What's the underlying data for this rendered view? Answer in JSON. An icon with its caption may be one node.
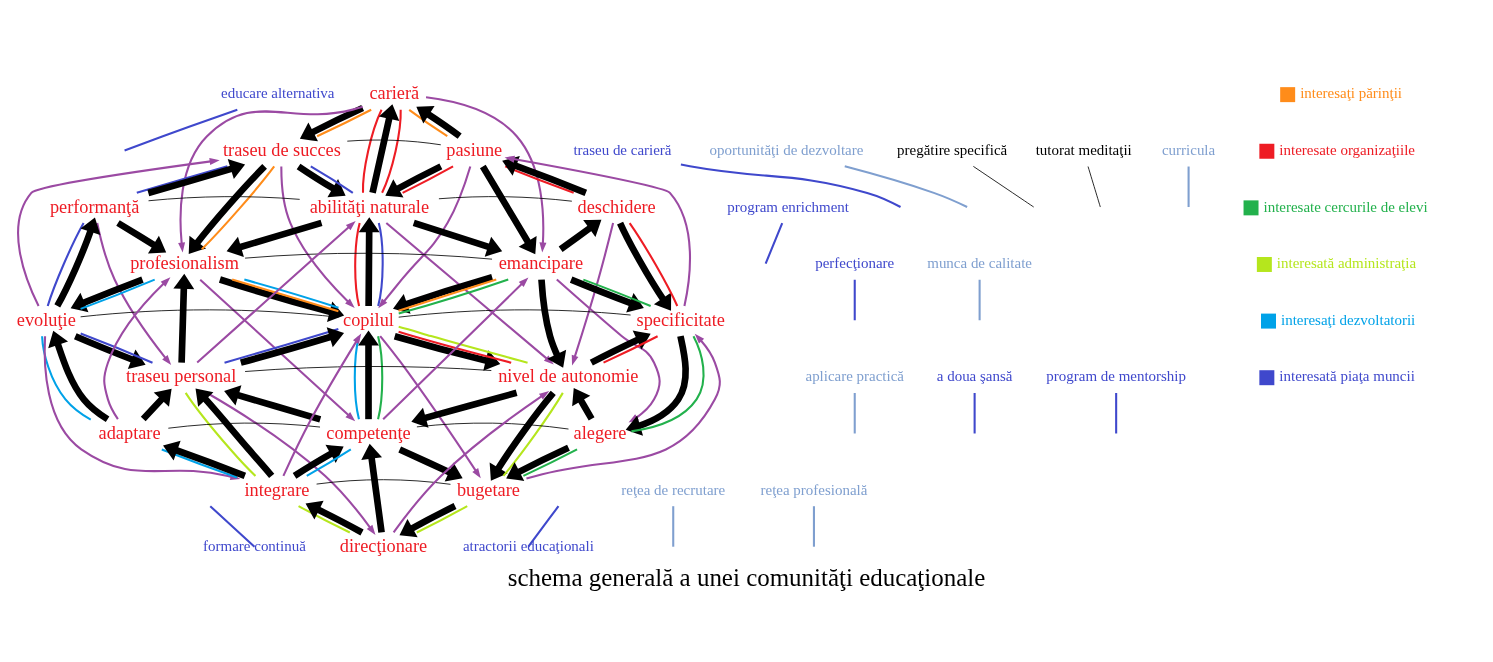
{
  "diagram": {
    "title": "schema generală a unei comunităţi educaţionale",
    "nodes": [
      {
        "text": [
          "carieră"
        ]
      },
      {
        "text": [
          "pregătire specifică"
        ]
      },
      {
        "text": [
          "tutorat meditaţii"
        ]
      },
      {
        "text": [
          "traseu de succes"
        ]
      },
      {
        "text": [
          "pasiune"
        ]
      },
      {
        "text": [
          "performanţă"
        ]
      },
      {
        "text": [
          "abilităţi naturale"
        ]
      },
      {
        "text": [
          "deschidere"
        ]
      },
      {
        "text": [
          "profesionalism"
        ]
      },
      {
        "text": [
          "emancipare"
        ]
      },
      {
        "text": [
          "evoluţie"
        ]
      },
      {
        "text": [
          "copilul"
        ]
      },
      {
        "text": [
          "specificitate"
        ]
      },
      {
        "text": [
          "traseu personal"
        ]
      },
      {
        "text": [
          "nivel de autonomie"
        ]
      },
      {
        "text": [
          "adaptare"
        ]
      },
      {
        "text": [
          "competenţe"
        ]
      },
      {
        "text": [
          "alegere"
        ]
      },
      {
        "text": [
          "integrare"
        ]
      },
      {
        "text": [
          "bugetare"
        ]
      },
      {
        "text": [
          "direcţionare"
        ]
      },
      {
        "text": [
          "traseu de carieră"
        ]
      },
      {
        "text": [
          "oportunităţi de dezvoltare"
        ]
      },
      {
        "text": [
          "educare alternativa"
        ]
      },
      {
        "text": [
          "curricula"
        ]
      },
      {
        "text": [
          "program enrichment"
        ]
      },
      {
        "text": [
          "munca de calitate"
        ]
      },
      {
        "text": [
          "perfecţionare"
        ]
      },
      {
        "text": [
          "aplicare practică"
        ]
      },
      {
        "text": [
          "a doua şansă"
        ]
      },
      {
        "text": [
          "program de mentorship"
        ]
      },
      {
        "text": [
          "reţea de recrutare"
        ]
      },
      {
        "text": [
          "formare continuă"
        ]
      },
      {
        "text": [
          "reţea profesională"
        ]
      },
      {
        "text": [
          "atractorii educaţionali"
        ]
      }
    ],
    "edges": [
      {
        "from": 6,
        "to": 0,
        "arrow": "to",
        "style": "thick"
      },
      {
        "from": 0,
        "to": 3,
        "arrow": "to",
        "style": "thick"
      },
      {
        "from": 4,
        "to": 0,
        "arrow": "to",
        "style": "thick"
      },
      {
        "from": 3,
        "to": 8,
        "arrow": "to",
        "style": "thick"
      },
      {
        "from": 4,
        "to": 9,
        "arrow": "to",
        "style": "thick"
      },
      {
        "from": 3,
        "to": 6,
        "arrow": "to",
        "style": "thick"
      },
      {
        "from": 4,
        "to": 6,
        "arrow": "to",
        "style": "thick"
      },
      {
        "from": 7,
        "to": 4,
        "arrow": "to",
        "style": "thick"
      },
      {
        "from": 5,
        "to": 3,
        "arrow": "to",
        "style": "thick"
      },
      {
        "from": 10,
        "to": 5,
        "arrow": "to",
        "style": "thick"
      },
      {
        "from": 7,
        "to": 12,
        "arrow": "to",
        "style": "thick"
      },
      {
        "from": 5,
        "to": 8,
        "arrow": "to",
        "style": "thick"
      },
      {
        "from": 6,
        "to": 8,
        "arrow": "to",
        "style": "thick"
      },
      {
        "from": 6,
        "to": 9,
        "arrow": "to",
        "style": "thick"
      },
      {
        "from": 9,
        "to": 7,
        "arrow": "to",
        "style": "thick"
      },
      {
        "from": 11,
        "to": 6,
        "arrow": "to",
        "style": "thick"
      },
      {
        "from": 8,
        "to": 10,
        "arrow": "to",
        "style": "thick"
      },
      {
        "from": 8,
        "to": 11,
        "arrow": "to",
        "style": "thick"
      },
      {
        "from": 9,
        "to": 11,
        "arrow": "to",
        "style": "thick"
      },
      {
        "from": 9,
        "to": 12,
        "arrow": "to",
        "style": "thick"
      },
      {
        "from": 13,
        "to": 8,
        "arrow": "to",
        "style": "thick"
      },
      {
        "from": 9,
        "to": 14,
        "arrow": "to",
        "style": "thick"
      },
      {
        "from": 10,
        "to": 13,
        "arrow": "to",
        "style": "thick"
      },
      {
        "from": 13,
        "to": 11,
        "arrow": "to",
        "style": "thick"
      },
      {
        "from": 11,
        "to": 14,
        "arrow": "to",
        "style": "thick"
      },
      {
        "from": 14,
        "to": 12,
        "arrow": "to",
        "style": "thick"
      },
      {
        "from": 15,
        "to": 10,
        "arrow": "to",
        "style": "thick"
      },
      {
        "from": 16,
        "to": 11,
        "arrow": "to",
        "style": "thick"
      },
      {
        "from": 12,
        "to": 17,
        "arrow": "to",
        "style": "thick"
      },
      {
        "from": 15,
        "to": 13,
        "arrow": "to",
        "style": "thick"
      },
      {
        "from": 16,
        "to": 13,
        "arrow": "to",
        "style": "thick"
      },
      {
        "from": 14,
        "to": 16,
        "arrow": "to",
        "style": "thick"
      },
      {
        "from": 17,
        "to": 14,
        "arrow": "to",
        "style": "thick"
      },
      {
        "from": 18,
        "to": 13,
        "arrow": "to",
        "style": "thick"
      },
      {
        "from": 14,
        "to": 19,
        "arrow": "to",
        "style": "thick"
      },
      {
        "from": 18,
        "to": 15,
        "arrow": "to",
        "style": "thick"
      },
      {
        "from": 18,
        "to": 16,
        "arrow": "to",
        "style": "thick"
      },
      {
        "from": 16,
        "to": 19,
        "arrow": "to",
        "style": "thick"
      },
      {
        "from": 17,
        "to": 19,
        "arrow": "to",
        "style": "thick"
      },
      {
        "from": 20,
        "to": 16,
        "arrow": "to",
        "style": "thick"
      },
      {
        "from": 20,
        "to": 18,
        "arrow": "to",
        "style": "thick"
      },
      {
        "from": 19,
        "to": 20,
        "arrow": "to",
        "style": "thick"
      },
      {
        "from": 0,
        "to": 3,
        "arrow": "none",
        "color": "#ff8c1a"
      },
      {
        "from": 0,
        "to": 4,
        "arrow": "none",
        "color": "#ff8c1a"
      },
      {
        "from": 3,
        "to": 8,
        "arrow": "none",
        "color": "#ff8c1a"
      },
      {
        "from": 8,
        "to": 11,
        "arrow": "none",
        "color": "#ff8c1a"
      },
      {
        "from": 9,
        "to": 11,
        "arrow": "none",
        "color": "#ff8c1a"
      },
      {
        "from": 0,
        "to": 6,
        "arrow": "none",
        "color": "#ee1c24"
      },
      {
        "from": 0,
        "to": 6,
        "arrow": "none",
        "color": "#ee1c24"
      },
      {
        "from": 4,
        "to": 6,
        "arrow": "none",
        "color": "#ee1c24"
      },
      {
        "from": 4,
        "to": 7,
        "arrow": "none",
        "color": "#ee1c24"
      },
      {
        "from": 7,
        "to": 12,
        "arrow": "none",
        "color": "#ee1c24"
      },
      {
        "from": 6,
        "to": 11,
        "arrow": "none",
        "color": "#ee1c24"
      },
      {
        "from": 11,
        "to": 14,
        "arrow": "none",
        "color": "#ee1c24"
      },
      {
        "from": 14,
        "to": 12,
        "arrow": "none",
        "color": "#ee1c24"
      },
      {
        "from": 3,
        "to": 6,
        "arrow": "none",
        "color": "#3f48cc"
      },
      {
        "from": 3,
        "to": 5,
        "arrow": "none",
        "color": "#3f48cc"
      },
      {
        "from": 5,
        "to": 10,
        "arrow": "none",
        "color": "#3f48cc"
      },
      {
        "from": 6,
        "to": 11,
        "arrow": "none",
        "color": "#3f48cc"
      },
      {
        "from": 10,
        "to": 13,
        "arrow": "none",
        "color": "#3f48cc"
      },
      {
        "from": 11,
        "to": 13,
        "arrow": "none",
        "color": "#3f48cc"
      },
      {
        "from": 8,
        "to": 10,
        "arrow": "none",
        "color": "#00a2e8"
      },
      {
        "from": 8,
        "to": 11,
        "arrow": "none",
        "color": "#00a2e8"
      },
      {
        "from": 10,
        "to": 15,
        "arrow": "none",
        "color": "#00a2e8"
      },
      {
        "from": 11,
        "to": 16,
        "arrow": "none",
        "color": "#00a2e8"
      },
      {
        "from": 15,
        "to": 18,
        "arrow": "none",
        "color": "#00a2e8"
      },
      {
        "from": 18,
        "to": 16,
        "arrow": "none",
        "color": "#00a2e8"
      },
      {
        "from": 9,
        "to": 11,
        "arrow": "none",
        "color": "#22b14c"
      },
      {
        "from": 9,
        "to": 12,
        "arrow": "none",
        "color": "#22b14c"
      },
      {
        "from": 11,
        "to": 16,
        "arrow": "none",
        "color": "#22b14c"
      },
      {
        "from": 12,
        "to": 17,
        "arrow": "none",
        "color": "#22b14c"
      },
      {
        "from": 19,
        "to": 17,
        "arrow": "none",
        "color": "#22b14c"
      },
      {
        "from": 11,
        "to": 14,
        "arrow": "none",
        "color": "#b5e61d"
      },
      {
        "from": 13,
        "to": 18,
        "arrow": "none",
        "color": "#b5e61d"
      },
      {
        "from": 14,
        "to": 19,
        "arrow": "none",
        "color": "#b5e61d"
      },
      {
        "from": 18,
        "to": 20,
        "arrow": "none",
        "color": "#b5e61d"
      },
      {
        "from": 19,
        "to": 20,
        "arrow": "none",
        "color": "#b5e61d"
      },
      {
        "from": 0,
        "to": 8,
        "arrow": "to",
        "color": "#9b4aa3"
      },
      {
        "from": 0,
        "to": 9,
        "arrow": "to",
        "color": "#9b4aa3"
      },
      {
        "from": 10,
        "to": 3,
        "arrow": "to",
        "color": "#9b4aa3"
      },
      {
        "from": 3,
        "to": 11,
        "arrow": "to",
        "color": "#9b4aa3"
      },
      {
        "from": 4,
        "to": 11,
        "arrow": "to",
        "color": "#9b4aa3"
      },
      {
        "from": 12,
        "to": 4,
        "arrow": "to",
        "color": "#9b4aa3"
      },
      {
        "from": 5,
        "to": 13,
        "arrow": "to",
        "color": "#9b4aa3"
      },
      {
        "from": 13,
        "to": 6,
        "arrow": "to",
        "color": "#9b4aa3"
      },
      {
        "from": 6,
        "to": 14,
        "arrow": "to",
        "color": "#9b4aa3"
      },
      {
        "from": 7,
        "to": 14,
        "arrow": "to",
        "color": "#9b4aa3"
      },
      {
        "from": 15,
        "to": 8,
        "arrow": "to",
        "color": "#9b4aa3"
      },
      {
        "from": 8,
        "to": 16,
        "arrow": "to",
        "color": "#9b4aa3"
      },
      {
        "from": 16,
        "to": 9,
        "arrow": "to",
        "color": "#9b4aa3"
      },
      {
        "from": 9,
        "to": 17,
        "arrow": "to",
        "color": "#9b4aa3"
      },
      {
        "from": 10,
        "to": 18,
        "arrow": "to",
        "color": "#9b4aa3"
      },
      {
        "from": 18,
        "to": 11,
        "arrow": "to",
        "color": "#9b4aa3"
      },
      {
        "from": 11,
        "to": 19,
        "arrow": "to",
        "color": "#9b4aa3"
      },
      {
        "from": 19,
        "to": 12,
        "arrow": "to",
        "color": "#9b4aa3"
      },
      {
        "from": 13,
        "to": 20,
        "arrow": "to",
        "color": "#9b4aa3"
      },
      {
        "from": 20,
        "to": 14,
        "arrow": "to",
        "color": "#9b4aa3"
      },
      {
        "from": 3,
        "to": 4,
        "arrow": "none"
      },
      {
        "from": 5,
        "to": 6,
        "arrow": "none"
      },
      {
        "from": 6,
        "to": 7,
        "arrow": "none"
      },
      {
        "from": 8,
        "to": 9,
        "arrow": "none"
      },
      {
        "from": 10,
        "to": 11,
        "arrow": "none"
      },
      {
        "from": 11,
        "to": 12,
        "arrow": "none"
      },
      {
        "from": 13,
        "to": 14,
        "arrow": "none"
      },
      {
        "from": 15,
        "to": 16,
        "arrow": "none"
      },
      {
        "from": 16,
        "to": 17,
        "arrow": "none"
      },
      {
        "from": 18,
        "to": 19,
        "arrow": "none"
      },
      {
        "from": 1,
        "to": null,
        "arrow": "none"
      },
      {
        "from": 2,
        "to": null,
        "arrow": "none"
      },
      {
        "from": 21,
        "to": null,
        "arrow": "none",
        "color": "#3f48cc"
      },
      {
        "from": 22,
        "to": null,
        "arrow": "none",
        "color": "#7f9fcf"
      },
      {
        "from": 23,
        "to": null,
        "arrow": "none",
        "color": "#3f48cc"
      },
      {
        "from": 24,
        "to": null,
        "arrow": "none",
        "color": "#7f9fcf"
      },
      {
        "from": 25,
        "to": null,
        "arrow": "none",
        "color": "#3f48cc"
      },
      {
        "from": 26,
        "to": null,
        "arrow": "none",
        "color": "#7f9fcf"
      },
      {
        "from": 27,
        "to": null,
        "arrow": "none",
        "color": "#3f48cc"
      },
      {
        "from": 28,
        "to": null,
        "arrow": "none",
        "color": "#7f9fcf"
      },
      {
        "from": 29,
        "to": null,
        "arrow": "none",
        "color": "#3f48cc"
      },
      {
        "from": 30,
        "to": null,
        "arrow": "none",
        "color": "#3f48cc"
      },
      {
        "from": 31,
        "to": null,
        "arrow": "none",
        "color": "#7f9fcf"
      },
      {
        "from": 32,
        "to": null,
        "arrow": "none",
        "color": "#3f48cc"
      },
      {
        "from": 33,
        "to": null,
        "arrow": "none",
        "color": "#7f9fcf"
      },
      {
        "from": 34,
        "to": null,
        "arrow": "none",
        "color": "#3f48cc"
      }
    ],
    "legend": [
      {
        "text": "interesaţi părinţii",
        "color": "#ff8c1a"
      },
      {
        "text": "interesate organizaţiile",
        "color": "#ee1c24"
      },
      {
        "text": "interesate cercurile de elevi",
        "color": "#22b14c"
      },
      {
        "text": "interesată administraţia",
        "color": "#b5e61d"
      },
      {
        "text": "interesaţi dezvoltatorii",
        "color": "#00a2e8"
      },
      {
        "text": "interesată piaţa muncii",
        "color": "#3f48cc"
      }
    ]
  }
}
